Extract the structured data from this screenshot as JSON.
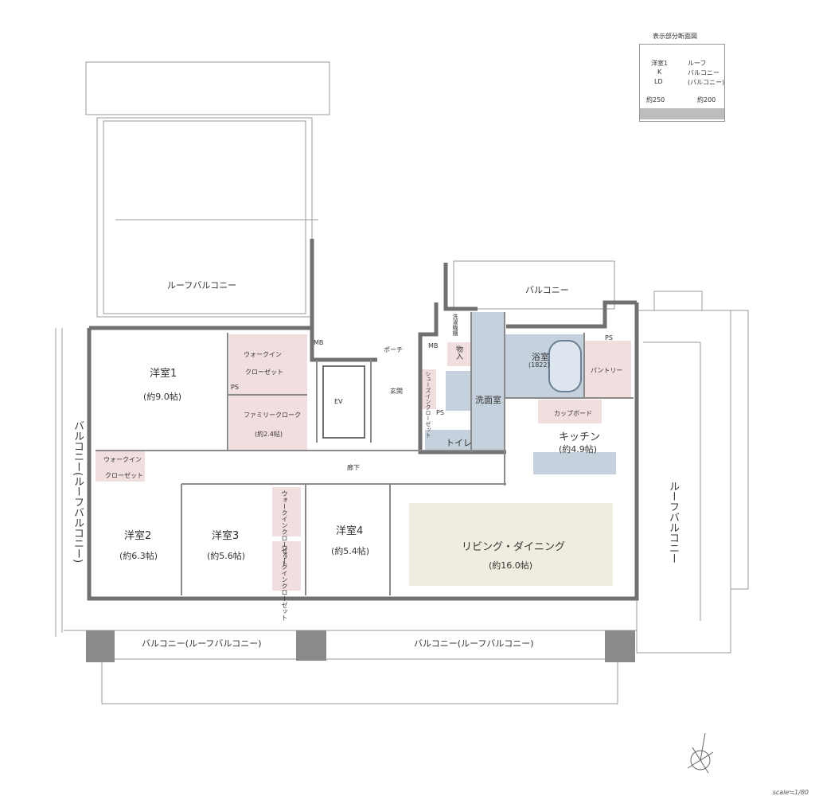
{
  "legend": {
    "title": "表示部分断面図",
    "left_col": [
      "洋室1",
      "K",
      "LD"
    ],
    "right_col": [
      "ルーフ",
      "バルコニー",
      "(バルコニー)"
    ],
    "dim_left": "約250",
    "dim_right": "約200"
  },
  "rooms": {
    "western1": {
      "name": "洋室1",
      "size": "(約9.0帖)"
    },
    "western2": {
      "name": "洋室2",
      "size": "(約6.3帖)"
    },
    "western3": {
      "name": "洋室3",
      "size": "(約5.6帖)"
    },
    "western4": {
      "name": "洋室4",
      "size": "(約5.4帖)"
    },
    "living": {
      "name": "リビング・ダイニング",
      "size": "(約16.0帖)"
    },
    "kitchen": {
      "name": "キッチン",
      "size": "(約4.9帖)"
    },
    "bath": {
      "name": "浴室",
      "size": "(1822)"
    }
  },
  "labels": {
    "roof_balcony_top": "ルーフバルコニー",
    "balcony_top": "バルコニー",
    "walkin1": "ウォークイン",
    "walkin1b": "クローゼット",
    "family_cloak": "ファミリークローク",
    "family_cloak_size": "(約2.4帖)",
    "walkin2a": "ウォークイン",
    "walkin2b": "クローゼット",
    "walkin3": "ウォークインクローゼット",
    "walkin4": "ウォークインクローゼット",
    "ps": "PS",
    "mb": "MB",
    "ev": "EV",
    "porch": "ポーチ",
    "entrance": "玄関",
    "shoes_closet": "シューズインクローゼット",
    "laundry_shelf": "洗濯機棚",
    "storage": "物入",
    "washroom": "洗面室",
    "toilet": "トイレ",
    "pantry": "パントリー",
    "cupboard": "カップボード",
    "hallway": "廊下",
    "balcony_left": "バルコニー(ルーフバルコニー)",
    "balcony_right": "ルーフバルコニー",
    "balcony_bottom_left": "バルコニー(ルーフバルコニー)",
    "balcony_bottom_right": "バルコニー(ルーフバルコニー)",
    "scale": "scale≒1/80"
  },
  "colors": {
    "closet_fill": "#f1dede",
    "wet_fill": "#c5d1dc",
    "living_fill": "#efeddf",
    "wall": "#707070",
    "pillar": "#8a8a8a"
  }
}
